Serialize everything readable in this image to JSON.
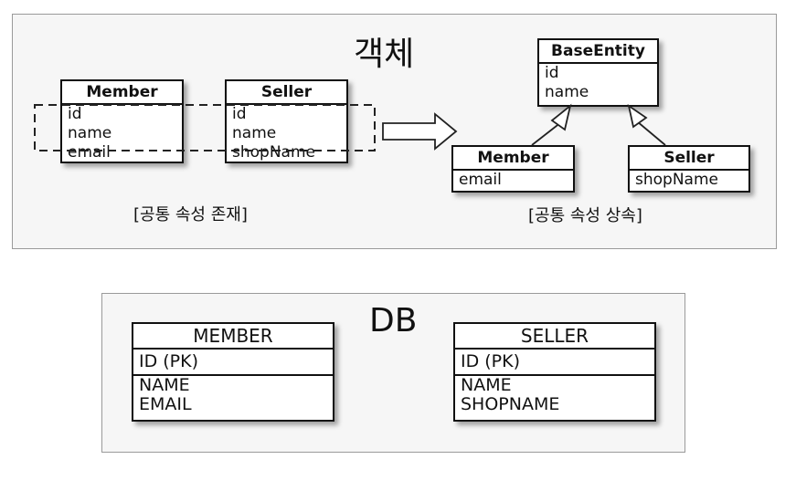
{
  "object_panel": {
    "title": "객체",
    "left": {
      "caption": "[공통 속성 존재]",
      "member": {
        "name": "Member",
        "fields": [
          "id",
          "name",
          "email"
        ]
      },
      "seller": {
        "name": "Seller",
        "fields": [
          "id",
          "name",
          "shopName"
        ]
      }
    },
    "right": {
      "caption": "[공통 속성 상속]",
      "base": {
        "name": "BaseEntity",
        "fields": [
          "id",
          "name"
        ]
      },
      "member": {
        "name": "Member",
        "fields": [
          "email"
        ]
      },
      "seller": {
        "name": "Seller",
        "fields": [
          "shopName"
        ]
      }
    }
  },
  "db_panel": {
    "title": "DB",
    "member": {
      "name": "MEMBER",
      "pk": "ID (PK)",
      "fields": [
        "NAME",
        "EMAIL"
      ]
    },
    "seller": {
      "name": "SELLER",
      "pk": "ID (PK)",
      "fields": [
        "NAME",
        "SHOPNAME"
      ]
    }
  }
}
